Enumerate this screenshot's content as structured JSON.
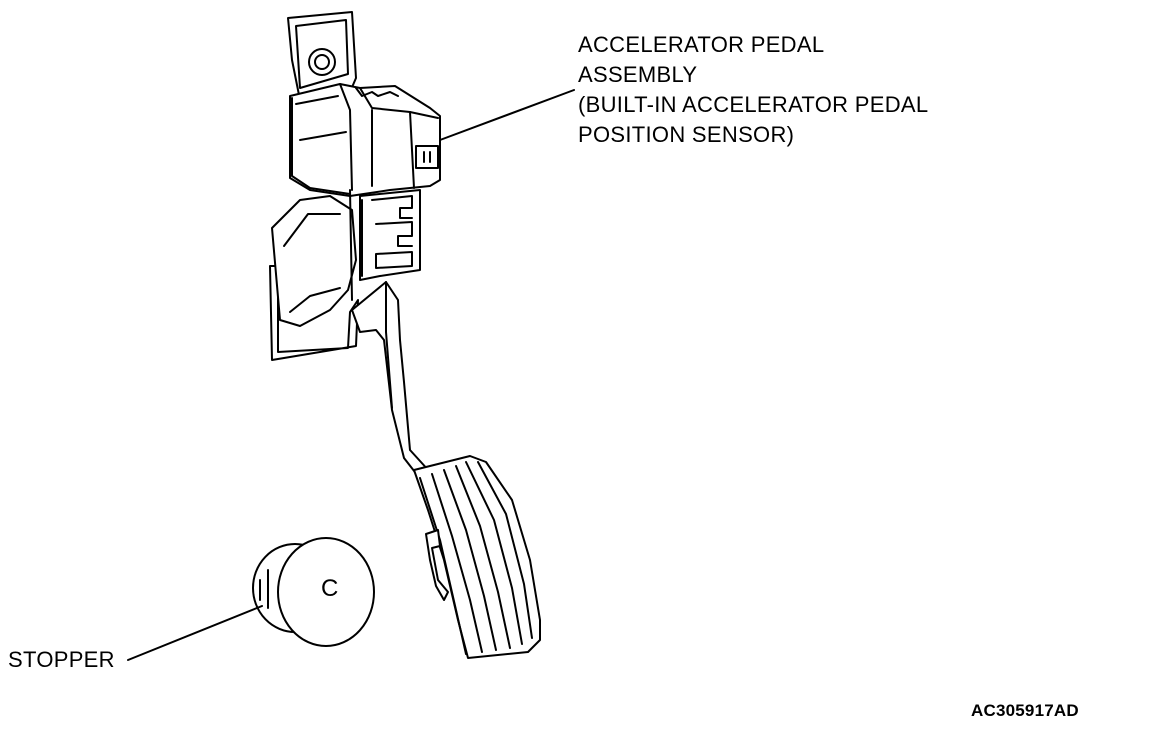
{
  "labels": {
    "pedal_assembly": [
      "ACCELERATOR PEDAL",
      "ASSEMBLY",
      "(BUILT-IN ACCELERATOR PEDAL",
      "POSITION SENSOR)"
    ],
    "stopper": "STOPPER",
    "stopper_mark": "C",
    "figure_id": "AC305917AD"
  },
  "colors": {
    "line": "#000000",
    "background": "#ffffff"
  }
}
